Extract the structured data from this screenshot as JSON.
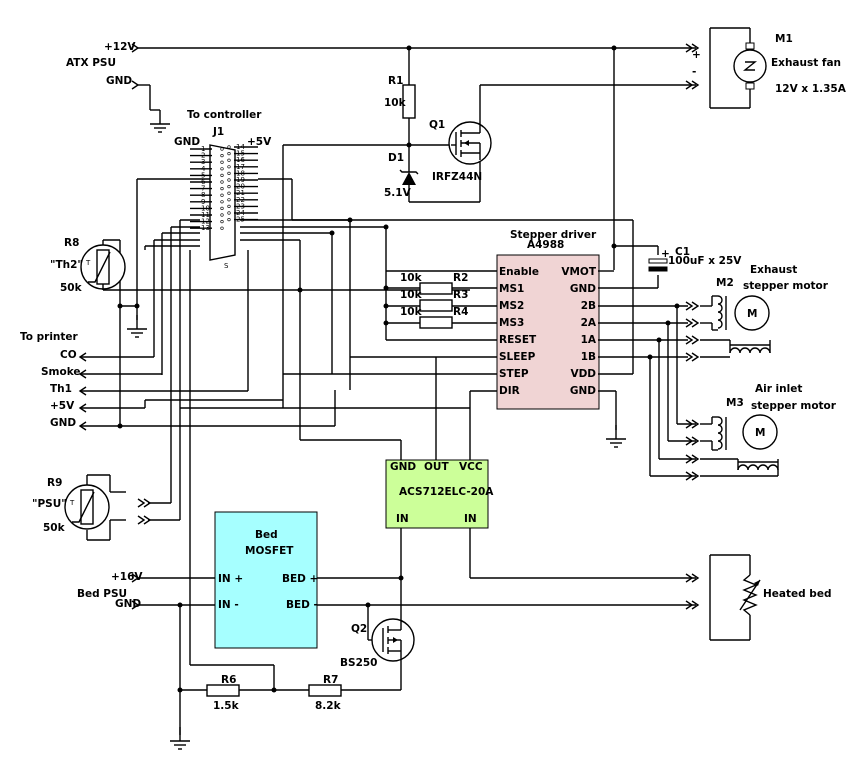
{
  "colors": {
    "a4988": "#f0d4d4",
    "acs": "#ccff99",
    "mosfet": "#a6ffff"
  },
  "power": {
    "v12": "+12V",
    "atx": "ATX PSU",
    "gnd1": "GND",
    "v16": "+16V",
    "bed_psu": "Bed PSU",
    "gnd2": "GND"
  },
  "m1": {
    "ref": "M1",
    "name": "Exhaust fan",
    "spec": "12V x 1.35A",
    "plus": "+",
    "minus": "-"
  },
  "r1": {
    "ref": "R1",
    "val": "10k"
  },
  "q1": {
    "ref": "Q1",
    "part": "IRFZ44N"
  },
  "d1": {
    "ref": "D1",
    "val": "5.1V"
  },
  "j1": {
    "title": "To controller",
    "ref": "J1",
    "gnd": "GND",
    "v5": "+5V",
    "pins_left": [
      "1",
      "2",
      "3",
      "4",
      "5",
      "6",
      "7",
      "8",
      "9",
      "10",
      "11",
      "12",
      "13"
    ],
    "pins_right": [
      "14",
      "15",
      "16",
      "17",
      "18",
      "19",
      "20",
      "21",
      "22",
      "23",
      "24",
      "25"
    ],
    "s": "S"
  },
  "r8": {
    "ref": "R8",
    "name": "\"Th2\"",
    "val": "50k",
    "t": "T"
  },
  "r9": {
    "ref": "R9",
    "name": "\"PSU\"",
    "val": "50k",
    "t": "T"
  },
  "printer": {
    "title": "To printer",
    "co": "CO",
    "smoke": "Smoke",
    "th1": "Th1",
    "v5": "+5V",
    "gnd": "GND"
  },
  "a4988": {
    "title": "Stepper driver",
    "part": "A4988",
    "left": [
      "Enable",
      "MS1",
      "MS2",
      "MS3",
      "RESET",
      "SLEEP",
      "STEP",
      "DIR"
    ],
    "right": [
      "VMOT",
      "GND",
      "2B",
      "2A",
      "1A",
      "1B",
      "VDD",
      "GND"
    ]
  },
  "res": {
    "r2": "R2",
    "r3": "R3",
    "r4": "R4",
    "v2": "10k",
    "v3": "10k",
    "v4": "10k"
  },
  "c1": {
    "ref": "C1",
    "val": "100uF x 25V",
    "plus": "+"
  },
  "m2": {
    "ref": "M2",
    "name1": "Exhaust",
    "name2": "stepper motor",
    "m": "M"
  },
  "m3": {
    "ref": "M3",
    "name1": "Air inlet",
    "name2": "stepper motor",
    "m": "M"
  },
  "acs": {
    "gnd": "GND",
    "out": "OUT",
    "vcc": "VCC",
    "part": "ACS712ELC-20A",
    "in1": "IN",
    "in2": "IN"
  },
  "bed": {
    "name1": "Bed",
    "name2": "MOSFET",
    "inp": "IN +",
    "inm": "IN -",
    "bedp": "BED +",
    "bedm": "BED -"
  },
  "q2": {
    "ref": "Q2",
    "part": "BS250"
  },
  "r6": {
    "ref": "R6",
    "val": "1.5k"
  },
  "r7": {
    "ref": "R7",
    "val": "8.2k"
  },
  "heated_bed": "Heated bed"
}
